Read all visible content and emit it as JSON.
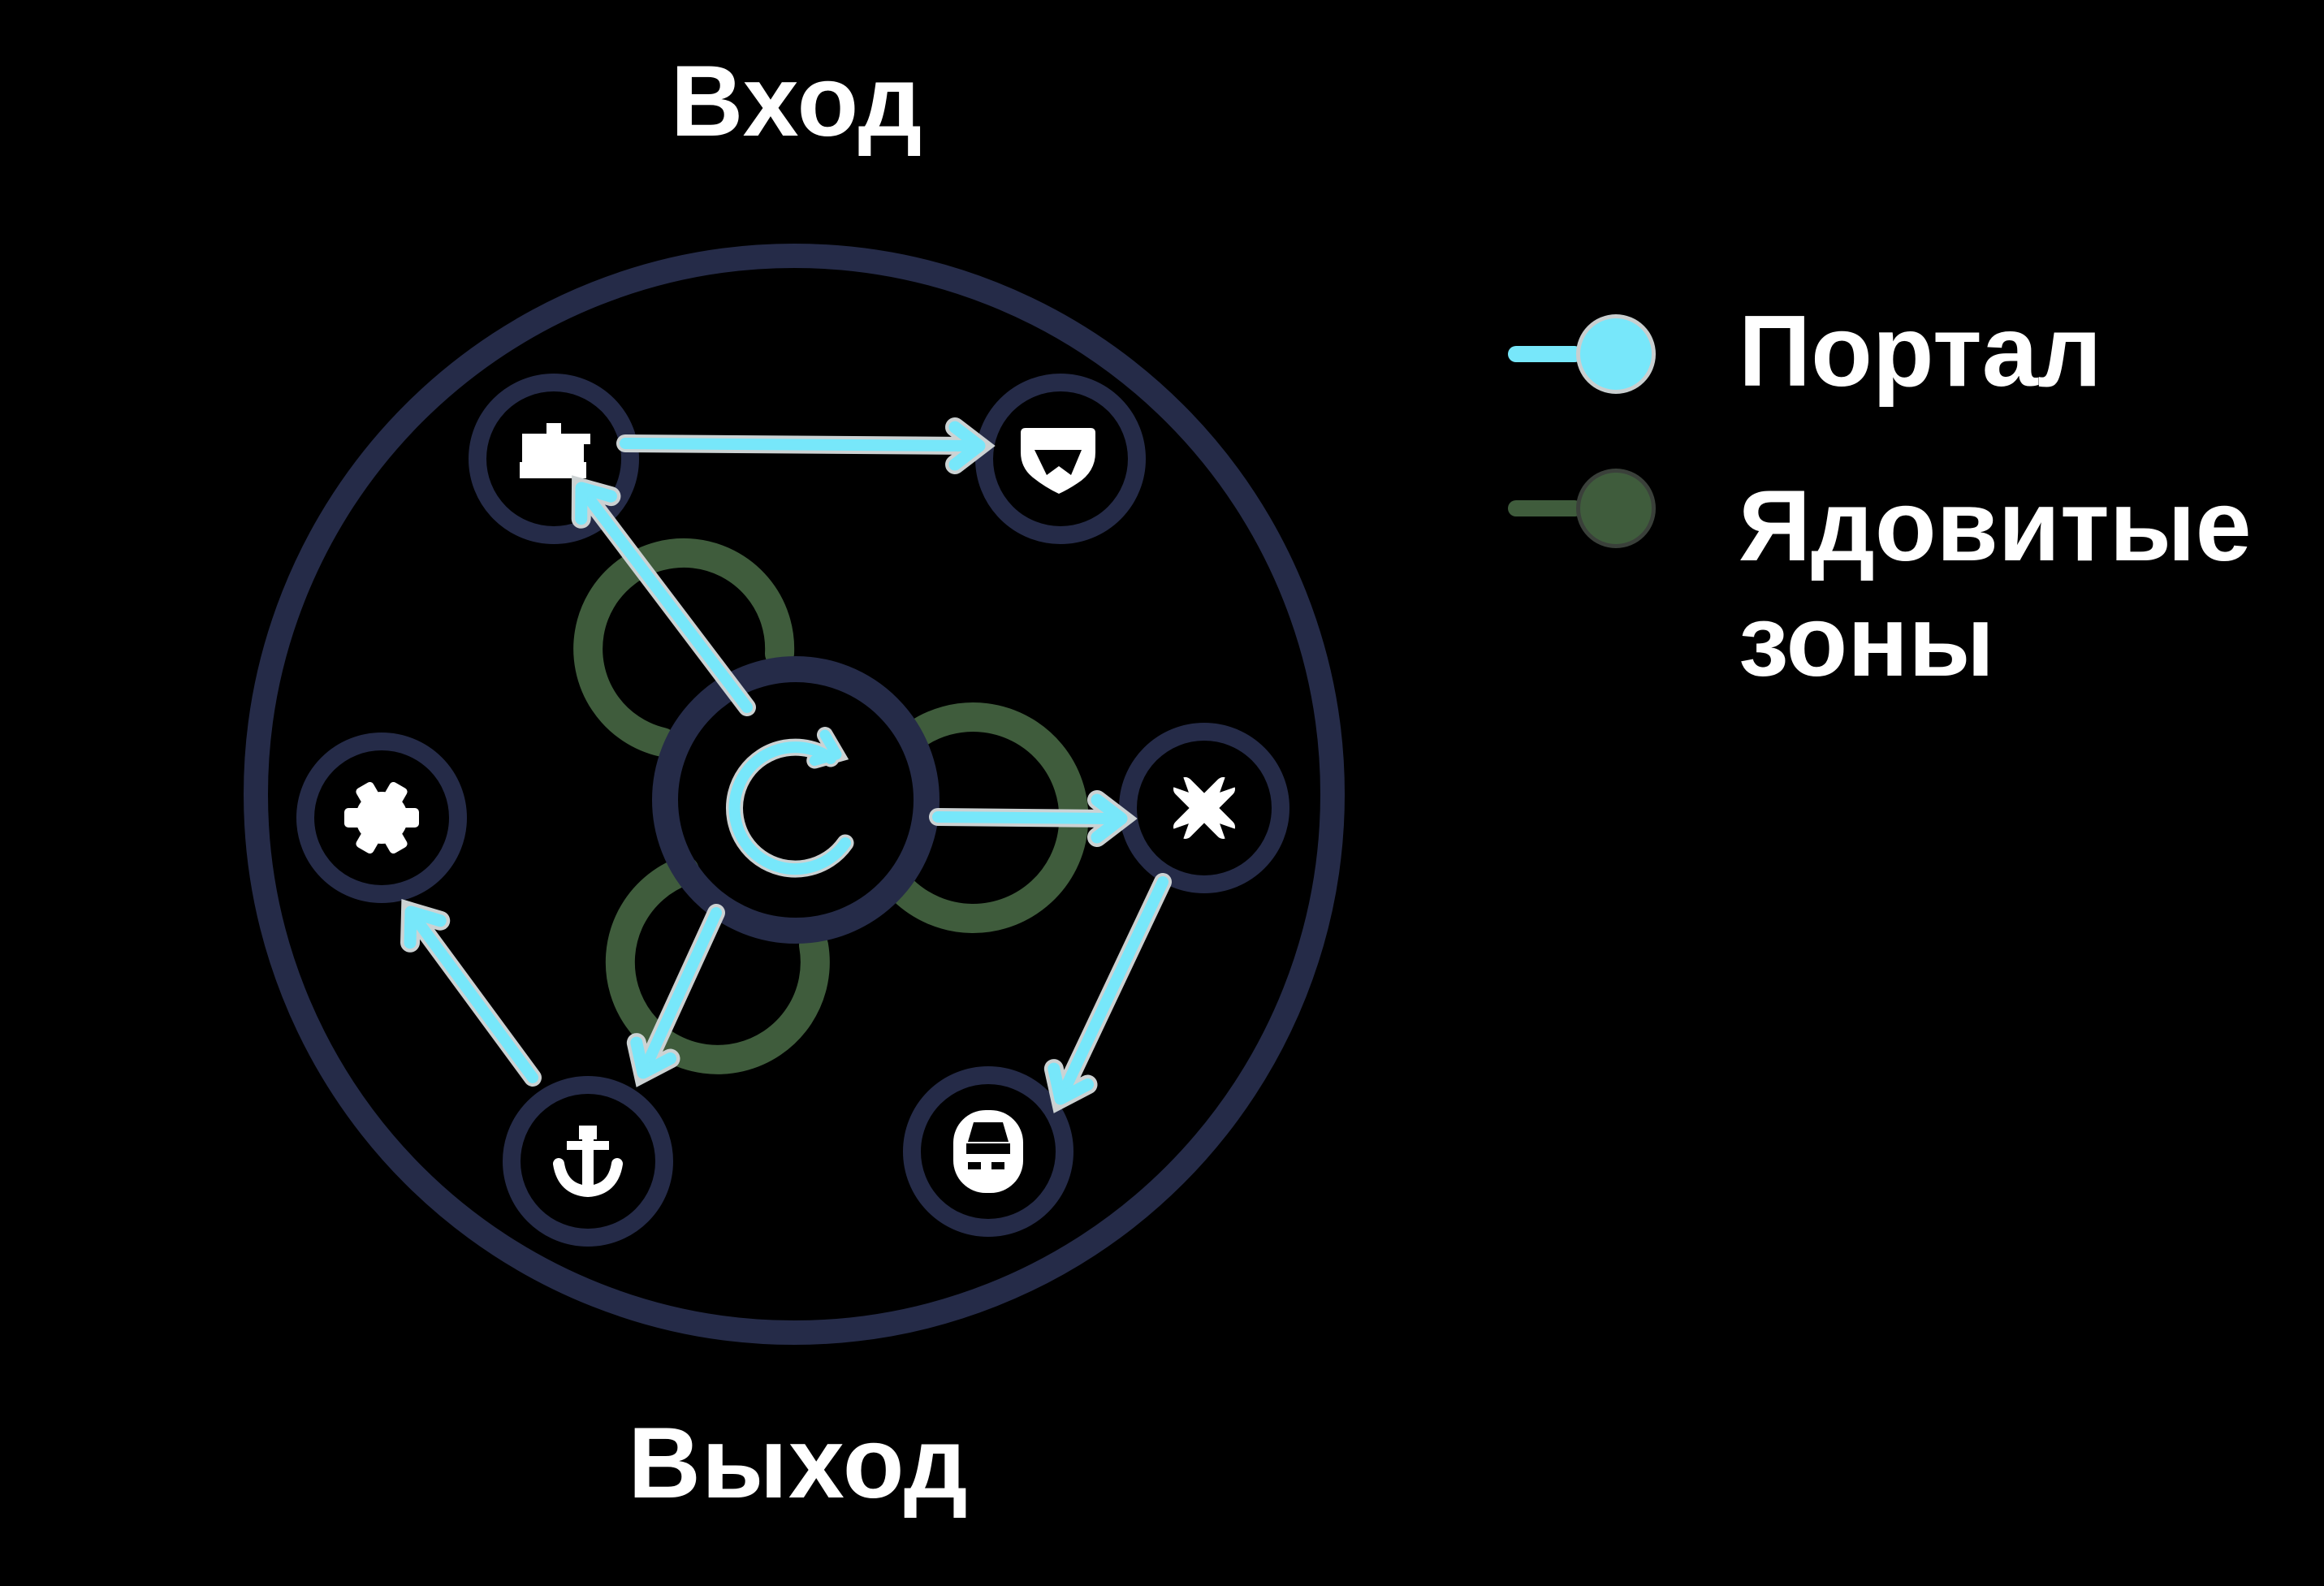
{
  "page": {
    "background": "#000000",
    "type": "game-level-scheme"
  },
  "diagram": {
    "entrance_label": "Вход",
    "exit_label": "Выход",
    "center_node_icon": "rotate-arrow-icon",
    "room_icons": [
      "crown-icon",
      "shield-icon",
      "gear-icon",
      "cross-icon",
      "anchor-icon",
      "train-icon"
    ],
    "poison_zone_count": 3,
    "portal_arrows": [
      "center-to-crown",
      "crown-to-shield",
      "center-to-cross",
      "cross-to-train",
      "center-to-anchor",
      "anchor-to-gear"
    ],
    "colors": {
      "wall_navy": "#252b48",
      "poison_green": "#3f5c3c",
      "portal_cyan": "#77e7fa",
      "icon_white": "#ffffff",
      "halo_gray": "#ccd2d3",
      "background": "#000000"
    }
  },
  "legend": {
    "items": [
      {
        "label": "Портал",
        "color": "#77e7fa",
        "marker": "line-with-dot"
      },
      {
        "label": "Ядовитые зоны",
        "color": "#3f5c3c",
        "marker": "line-with-dot"
      }
    ]
  }
}
